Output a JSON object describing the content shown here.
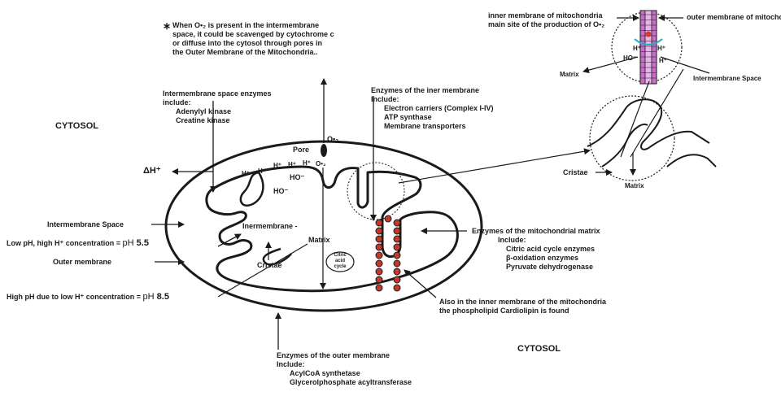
{
  "labels": {
    "note_star": "∗",
    "note_lines": [
      "When O•₂ is present in the intermembrane",
      "space, it could be scavenged by cytochrome c",
      "or diffuse into the cytosol through pores  in",
      "the Outer Membrane of the Mitochondria.."
    ],
    "cytosol_top": "CYTOSOL",
    "cytosol_bottom": "CYTOSOL",
    "ims_enzymes": {
      "title_lines": [
        "Intermembrane space enzymes",
        "include:"
      ],
      "items": [
        "Adenylyl kinase",
        "Creatine  kinase"
      ]
    },
    "inner_enzymes": {
      "title_lines": [
        "Enzymes of the iner membrane",
        "Include:"
      ],
      "items": [
        "Electron carriers (Complex I-IV)",
        "ATP synthase",
        "Membrane transporters"
      ]
    },
    "matrix_enzymes": {
      "title_lines": [
        "Enzymes of the mitochondrial matrix",
        "Include:"
      ],
      "items": [
        "Citric acid cycle enzymes",
        "β-oxidation enzymes",
        "Pyruvate dehydrogenase"
      ]
    },
    "outer_enzymes": {
      "title_lines": [
        "Enzymes of the outer membrane",
        "Include:"
      ],
      "items": [
        "AcylCoA synthetase",
        "Glycerolphosphate  acyltransferase"
      ]
    },
    "cardiolipin_lines": [
      "Also in the inner membrane of the mitochondria",
      "the phospholipid   Cardiolipin   is found"
    ],
    "delta_h": "ΔH⁺",
    "intermembrane_space": "Intermembrane Space",
    "low_ph_text": "Low pH, high H⁺ concentration  =  ",
    "low_ph_unit": "pH ",
    "low_ph_value": "5.5",
    "outer_membrane": "Outer membrane",
    "high_ph_text": "High pH due to low H⁺ concentration  =  ",
    "high_ph_unit": "pH ",
    "high_ph_value": "8.5",
    "pore": "Pore",
    "o2_superoxide": "O•₂",
    "o2_small": "O•₂",
    "h_plus": "H⁺",
    "ho_minus": "HO⁻",
    "inner_membrane": "Inermembrane -",
    "matrix": "Matrix",
    "cristae": "Cristae",
    "citric_cycle": [
      "Citric",
      "acid",
      "cycle"
    ],
    "zoom_inner_lines": [
      "inner membrane of mitochondria",
      "main site of the production of O•₂"
    ],
    "zoom_outer": "outer membrane  of  mitochondria",
    "zoom_matrix": "Matrix",
    "zoom_ims": "Intermembrane Space",
    "zoom_cristae": "Cristae",
    "zoom_matrix2": "Matrix"
  },
  "colors": {
    "line": "#1a1a1a",
    "cardiolipin_fill": "#c0392b",
    "membrane_band": "#c86dc8",
    "electron_dot": "#d63a2f",
    "arrow_cyan": "#2aa7c9"
  }
}
